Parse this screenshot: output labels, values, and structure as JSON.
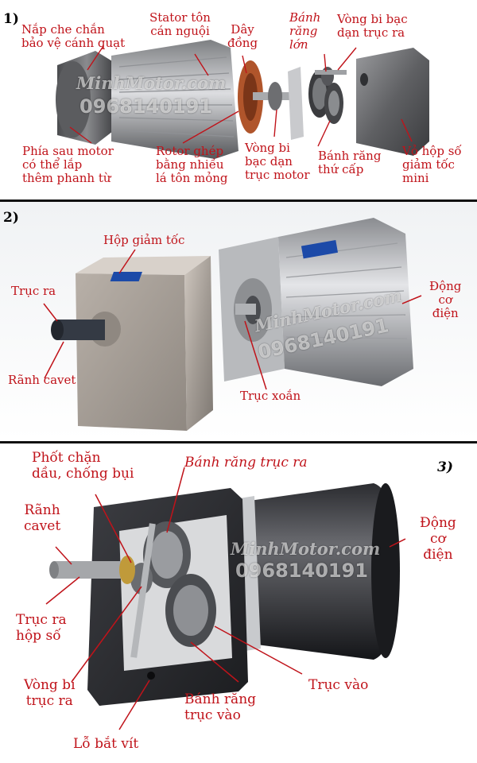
{
  "panel1": {
    "number": "1)",
    "labels": {
      "fan_cover": "Nắp che chắn\nbảo vệ cánh quạt",
      "stator": "Stator tôn\ncán nguội",
      "copper_wire": "Dây\nđồng",
      "large_gear": "Bánh\nrăng\nlớn",
      "output_bearing": "Vòng bi bạc\ndạn trục ra",
      "rear_brake": "Phía sau motor\ncó thể lắp\nthêm phanh từ",
      "rotor": "Rotor ghép\nbằng nhiều\nlá tôn mỏng",
      "motor_bearing": "Vòng bi\nbạc dạn\ntrục motor",
      "secondary_gear": "Bánh răng\nthứ cấp",
      "gearbox_housing": "Vỏ hộp số\ngiảm tốc\nmini"
    },
    "watermark": {
      "brand": "MinhMotor.com",
      "phone": "0968140191"
    }
  },
  "panel2": {
    "number": "2)",
    "labels": {
      "gearbox": "Hộp giảm tốc",
      "output_shaft": "Trục ra",
      "keyway": "Rãnh cavet",
      "motor": "Động\ncơ\nđiện",
      "helical_shaft": "Trục xoắn"
    },
    "watermark": {
      "brand": "MinhMotor.com",
      "phone": "0968140191"
    }
  },
  "panel3": {
    "number": "3)",
    "labels": {
      "oil_seal": "Phốt chặn\ndầu, chống bụi",
      "output_gear": "Bánh răng trục ra",
      "keyway": "Rãnh\ncavet",
      "motor": "Động\ncơ\nđiện",
      "gearbox_output_shaft": "Trục ra\nhộp số",
      "output_bearing": "Vòng bi\ntrục ra",
      "input_shaft": "Trục vào",
      "input_gear": "Bánh răng\ntrục vào",
      "screw_hole": "Lỗ bắt vít"
    },
    "watermark": {
      "brand": "MinhMotor.com",
      "phone": "0968140191"
    }
  }
}
